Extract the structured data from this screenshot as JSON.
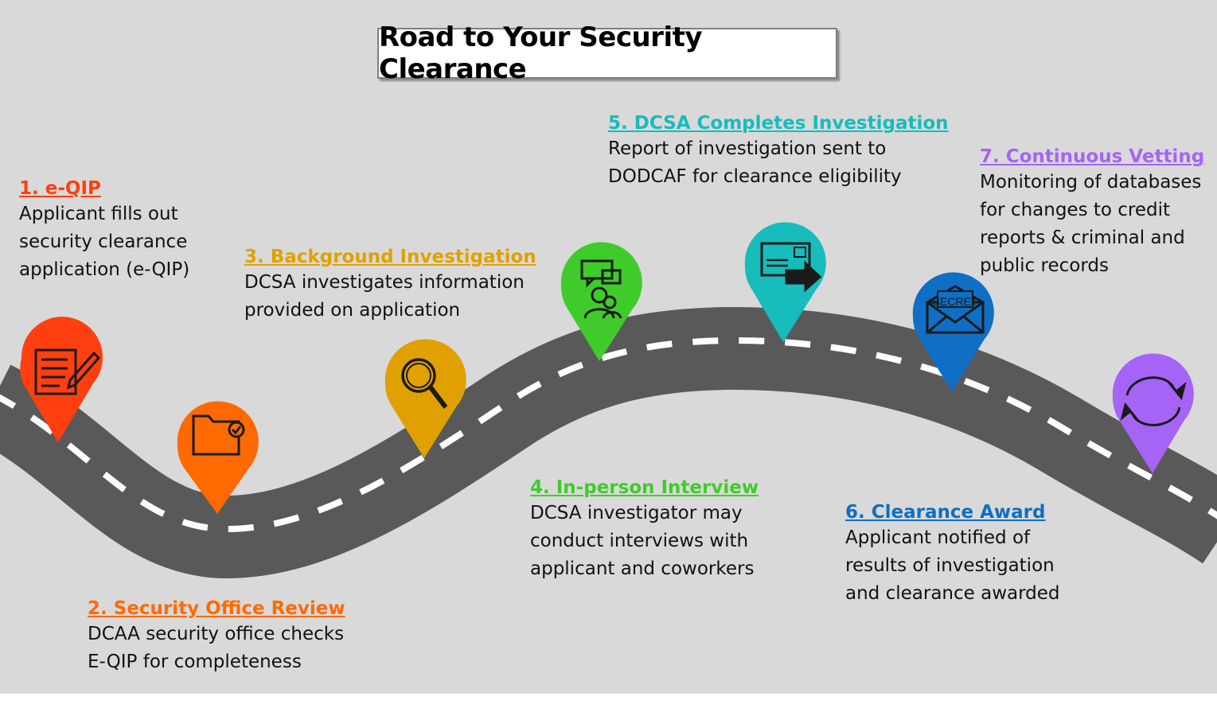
{
  "title": "Road to Your Security Clearance",
  "colors": {
    "background": "#d9d9d9",
    "road": "#595959",
    "road_dash": "#ffffff",
    "step1": "#ff3f0f",
    "step2": "#ff6a00",
    "step3": "#e0a100",
    "step4": "#3fcc2a",
    "step5": "#17bcbc",
    "step6": "#0e6fc4",
    "step7": "#a564f5"
  },
  "steps": [
    {
      "heading": "1. e-QIP",
      "lines": [
        "Applicant fills out",
        "security clearance",
        "application (e-QIP)"
      ],
      "icon": "document-pen-icon"
    },
    {
      "heading": "2. Security Office Review",
      "lines": [
        "DCAA security office checks",
        "E-QIP for completeness"
      ],
      "icon": "folder-check-icon"
    },
    {
      "heading": "3. Background Investigation",
      "lines": [
        "DCSA investigates information",
        "provided on application"
      ],
      "icon": "magnifier-icon"
    },
    {
      "heading": "4. In-person Interview",
      "lines": [
        "DCSA investigator may",
        "conduct interviews with",
        "applicant and coworkers"
      ],
      "icon": "interview-icon"
    },
    {
      "heading": "5. DCSA Completes Investigation",
      "lines": [
        "Report of investigation sent to",
        "DODCAF for clearance eligibility"
      ],
      "icon": "report-send-icon"
    },
    {
      "heading": "6. Clearance Award ",
      "lines": [
        "Applicant notified of",
        "results of investigation",
        "and clearance awarded"
      ],
      "icon": "secret-envelope-icon",
      "icon_text": "SECRET"
    },
    {
      "heading": "7. Continuous Vetting",
      "lines": [
        "Monitoring of databases",
        "for changes to credit",
        "reports & criminal and",
        "public records"
      ],
      "icon": "refresh-cycle-icon"
    }
  ]
}
